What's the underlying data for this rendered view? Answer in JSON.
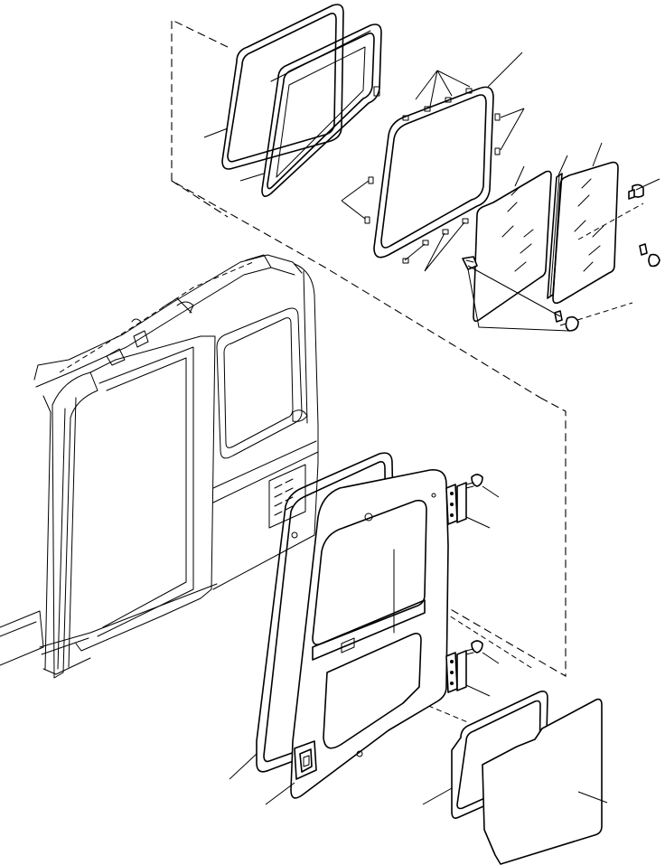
{
  "diagram": {
    "kind": "exploded-parts-view",
    "parts": [
      "front-window-seal",
      "front-window-glass-frame",
      "upper-side-window-frame",
      "sliding-glass-left",
      "center-glass-divider",
      "sliding-glass-right",
      "glass-stopper-clips",
      "cab-body",
      "door-weather-seal",
      "door-frame",
      "door-hinge-upper",
      "door-hinge-lower",
      "hinge-bolts",
      "lower-door-window-seal",
      "lower-door-glass"
    ]
  }
}
